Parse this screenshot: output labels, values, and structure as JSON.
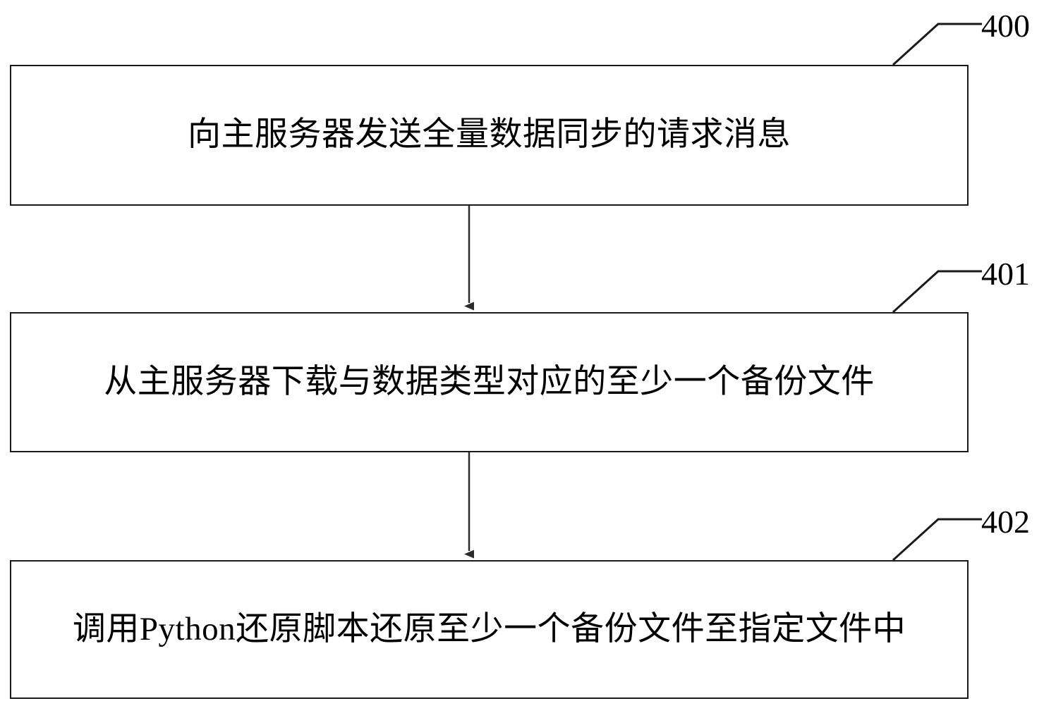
{
  "diagram": {
    "type": "flowchart",
    "orientation": "vertical",
    "figure_label": "",
    "steps": [
      {
        "ref": "400",
        "text": "向主服务器发送全量数据同步的请求消息"
      },
      {
        "ref": "401",
        "text": "从主服务器下载与数据类型对应的至少一个备份文件"
      },
      {
        "ref": "402",
        "text": "调用Python还原脚本还原至少一个备份文件至指定文件中"
      }
    ],
    "connectors": [
      {
        "from": "400",
        "to": "401",
        "style": "arrow-down"
      },
      {
        "from": "401",
        "to": "402",
        "style": "arrow-down"
      }
    ],
    "colors": {
      "line": "#1a1a1a",
      "box_border": "#1a1a1a",
      "box_fill": "#ffffff",
      "text": "#000000",
      "background": "#ffffff"
    }
  }
}
